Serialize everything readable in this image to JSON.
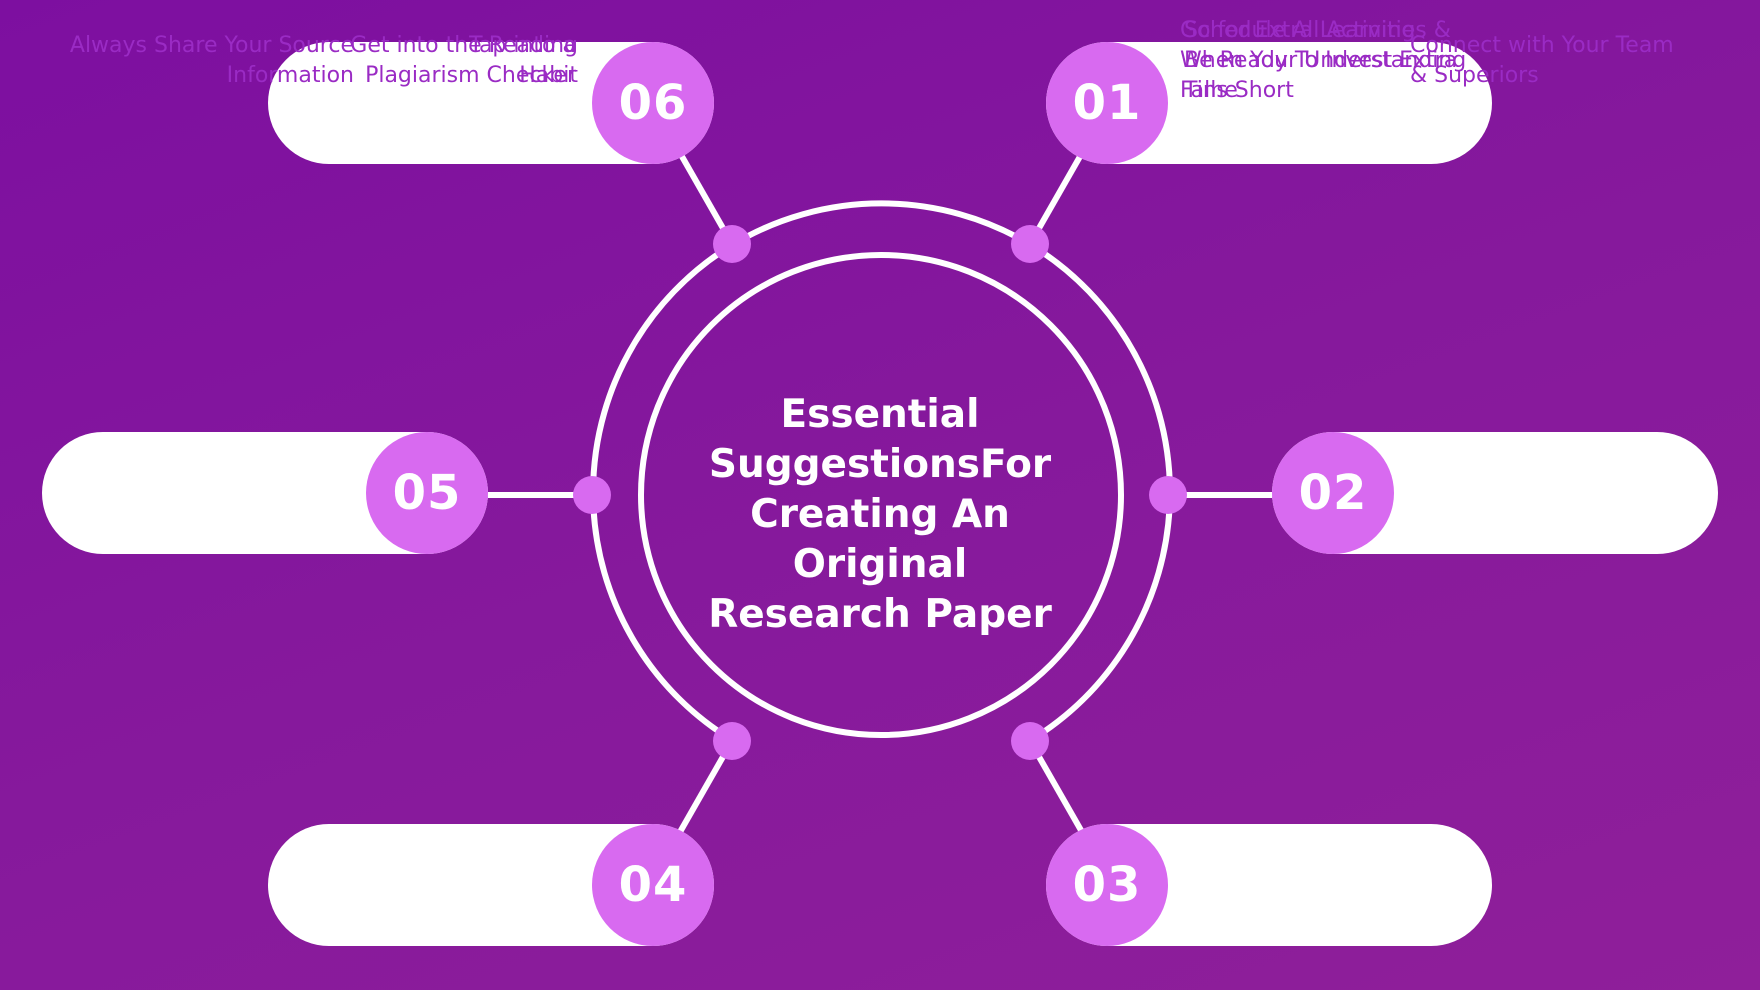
{
  "title_lines": [
    "Essential",
    "SuggestionsFor",
    "Creating An Original",
    "Research Paper"
  ],
  "colors": {
    "background": "#82149e",
    "accent": "#d86af0",
    "pill": "#ffffff",
    "pill_text": "#9a2bc4",
    "ring": "#ffffff"
  },
  "steps": [
    {
      "number": "01",
      "lines": [
        "Schedule All Activities &",
        "Be Ready To Invest Extra",
        "Time"
      ]
    },
    {
      "number": "02",
      "lines": [
        "Connect with Your Team",
        "& Superiors"
      ]
    },
    {
      "number": "03",
      "lines": [
        "Go for Extra Learning",
        "When Your Understanding",
        "Falls Short"
      ]
    },
    {
      "number": "04",
      "lines": [
        "Get into the Reading",
        "Habit"
      ]
    },
    {
      "number": "05",
      "lines": [
        "Always Share Your Source",
        "Information"
      ]
    },
    {
      "number": "06",
      "lines": [
        "Tap into a",
        "Plagiarism Checker"
      ]
    }
  ]
}
